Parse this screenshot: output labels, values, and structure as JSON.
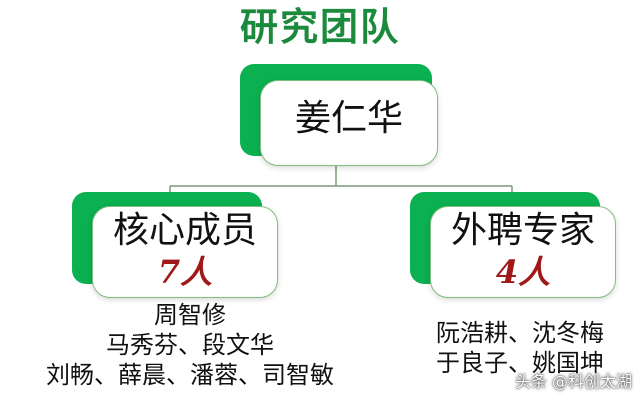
{
  "title": "研究团队",
  "root": {
    "name": "姜仁华"
  },
  "children": [
    {
      "name": "核心成员",
      "count": "7人",
      "members": [
        "周智修",
        "马秀芬、段文华",
        "刘畅、薛晨、潘蓉、司智敏"
      ]
    },
    {
      "name": "外聘专家",
      "count": "4人",
      "members": [
        "阮浩耕、沈冬梅",
        "于良子、姚国坤"
      ]
    }
  ],
  "watermark": "头条 @科创太湖",
  "colors": {
    "title": "#1c8a3c",
    "tab": "#0bb050",
    "card_border": "#7fbf7f",
    "count": "#a01818",
    "connector": "#7a9a7a"
  }
}
